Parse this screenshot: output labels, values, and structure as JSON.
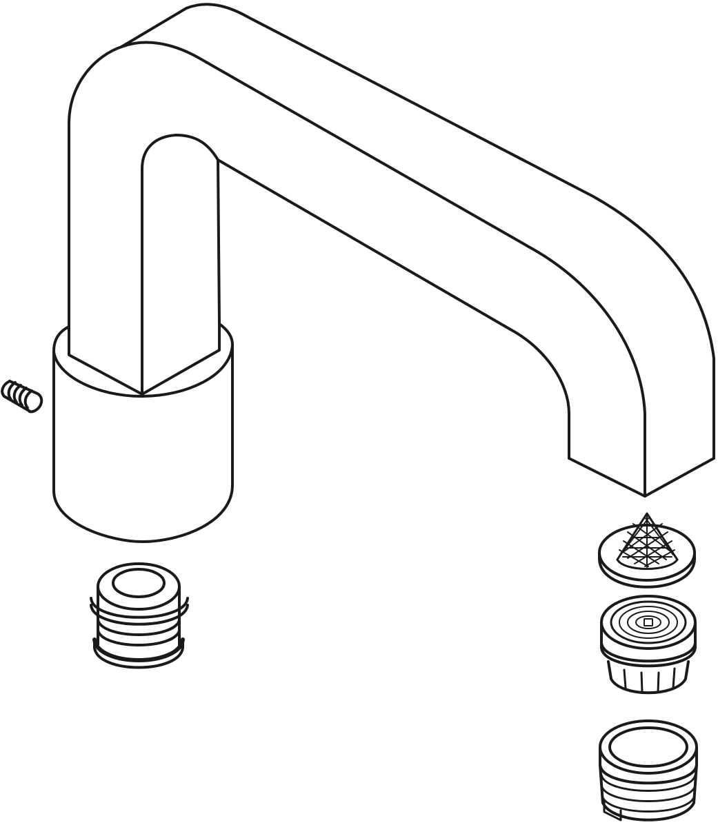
{
  "drawing": {
    "stroke_color": "#1a1a1a",
    "background_color": "#ffffff",
    "parts": [
      {
        "id": "spout",
        "icon": "faucet-spout-icon"
      },
      {
        "id": "set-screw",
        "icon": "set-screw-icon"
      },
      {
        "id": "seal-insert",
        "icon": "o-ring-insert-icon"
      },
      {
        "id": "aerator-screen",
        "icon": "mesh-screen-icon"
      },
      {
        "id": "aerator-insert",
        "icon": "aerator-insert-icon"
      },
      {
        "id": "aerator-housing",
        "icon": "aerator-housing-icon"
      }
    ]
  }
}
